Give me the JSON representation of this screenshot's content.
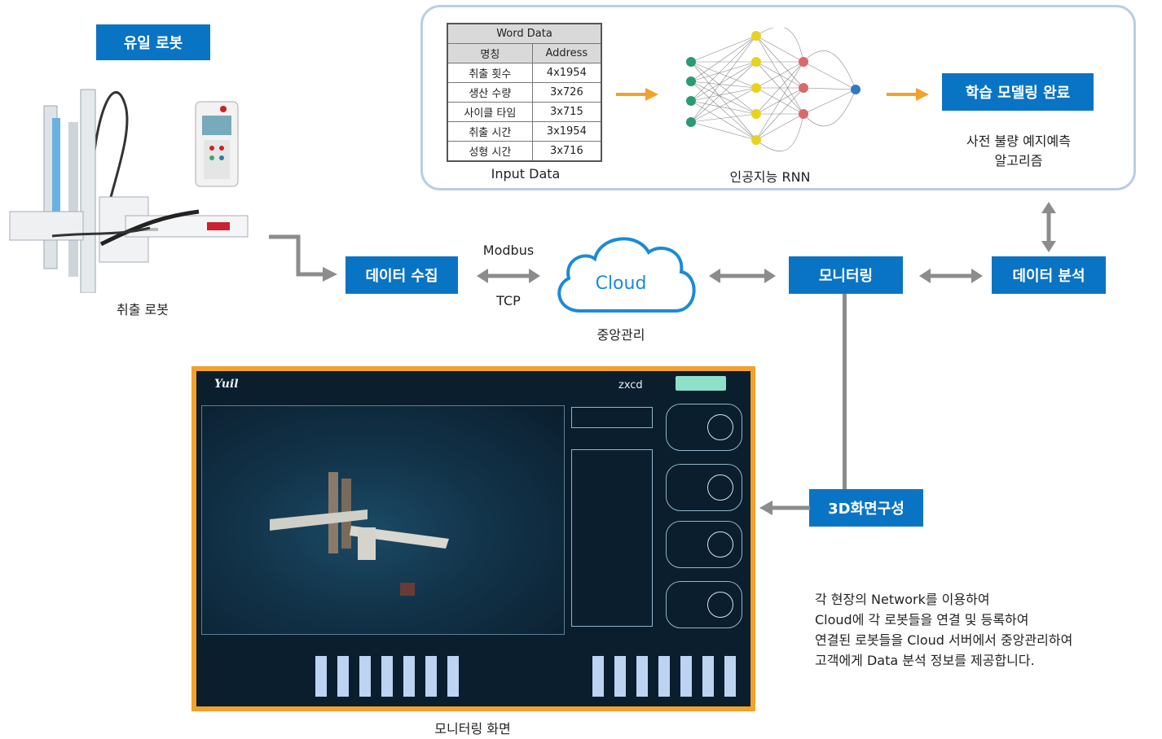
{
  "robot": {
    "brand_label": "유일 로봇",
    "caption": "취출 로봇"
  },
  "flow": {
    "data_collect": "데이터 수집",
    "protocol_top": "Modbus",
    "protocol_bottom": "TCP",
    "cloud_label": "Cloud",
    "cloud_caption": "중앙관리",
    "monitoring": "모니터링",
    "data_analysis": "데이터 분석",
    "screen_build": "3D화면구성"
  },
  "learning_panel": {
    "table": {
      "title": "Word Data",
      "headers": [
        "명칭",
        "Address"
      ],
      "rows": [
        [
          "취출 횟수",
          "4x1954"
        ],
        [
          "생산 수량",
          "3x726"
        ],
        [
          "사이클 타임",
          "3x715"
        ],
        [
          "취출 시간",
          "3x1954"
        ],
        [
          "성형 시간",
          "3x716"
        ]
      ]
    },
    "input_caption": "Input Data",
    "rnn_caption": "인공지능 RNN",
    "result_label": "학습 모델링 완료",
    "result_caption_line1": "사전 불량 예지예측",
    "result_caption_line2": "알고리즘"
  },
  "monitor_screen": {
    "logo": "Yuil",
    "title": "zxcd",
    "caption": "모니터링 화면"
  },
  "description": [
    "각 현장의 Network를 이용하여",
    "Cloud에 각 로봇들을 연결 및 등록하여",
    "연결된 로봇들을 Cloud 서버에서 중앙관리하여",
    "고객에게 Data 분석 정보를 제공합니다."
  ],
  "colors": {
    "accent_blue": "#0a74c4",
    "arrow_orange": "#f3a12a",
    "arrow_gray": "#8c8c8c",
    "panel_border": "#b9cde6"
  }
}
